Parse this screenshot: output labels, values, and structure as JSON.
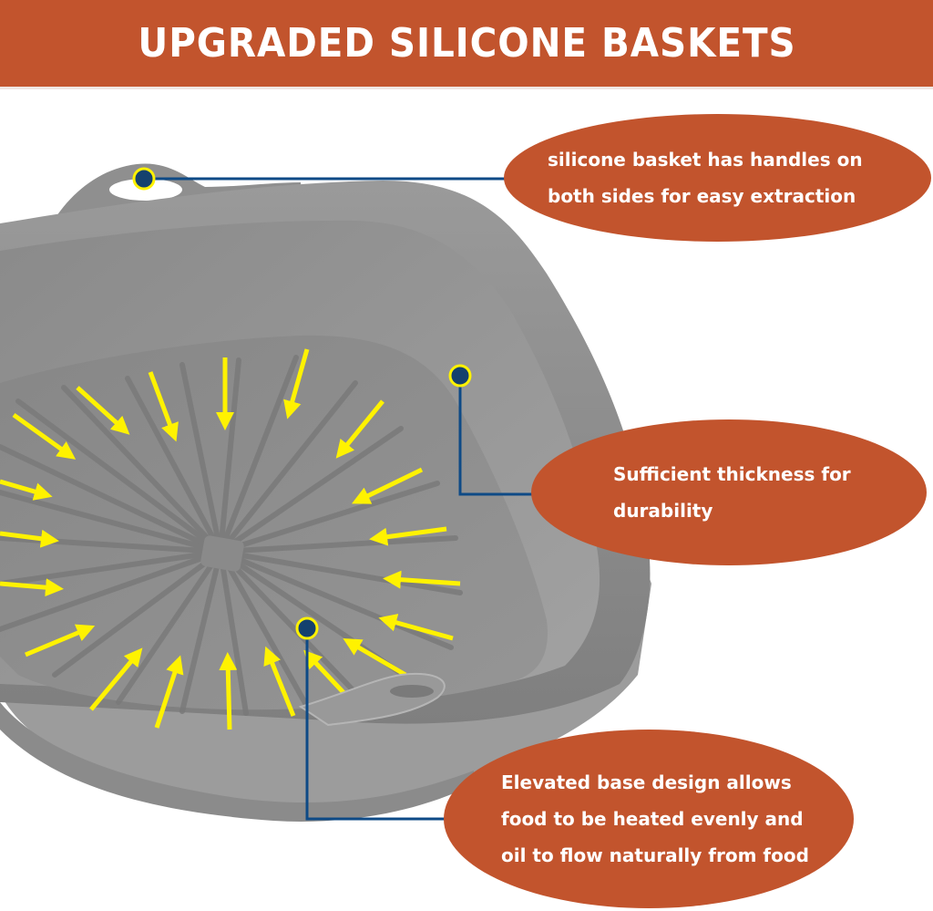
{
  "header": {
    "title": "UPGRADED SILICONE BASKETS",
    "background_color": "#C2542D",
    "text_color": "#FFFFFF"
  },
  "product": {
    "name": "silicone air fryer basket",
    "color": "#8E8E8E",
    "arrow_color": "#FFF200",
    "arrow_count": 26
  },
  "callouts": [
    {
      "id": "handles",
      "lines": [
        "silicone basket has handles on",
        "both sides for easy extraction"
      ],
      "marker": "handle"
    },
    {
      "id": "thickness",
      "lines": [
        "Sufficient thickness for",
        "durability"
      ],
      "marker": "side-wall"
    },
    {
      "id": "elevated-base",
      "lines": [
        "Elevated base design allows",
        "food to be heated evenly and",
        "oil to flow naturally from food"
      ],
      "marker": "base"
    }
  ],
  "styles": {
    "callout_color": "#C2542D",
    "leader_line_color": "#0E4A86",
    "marker_fill": "#14416E",
    "marker_ring": "#FFF200"
  }
}
